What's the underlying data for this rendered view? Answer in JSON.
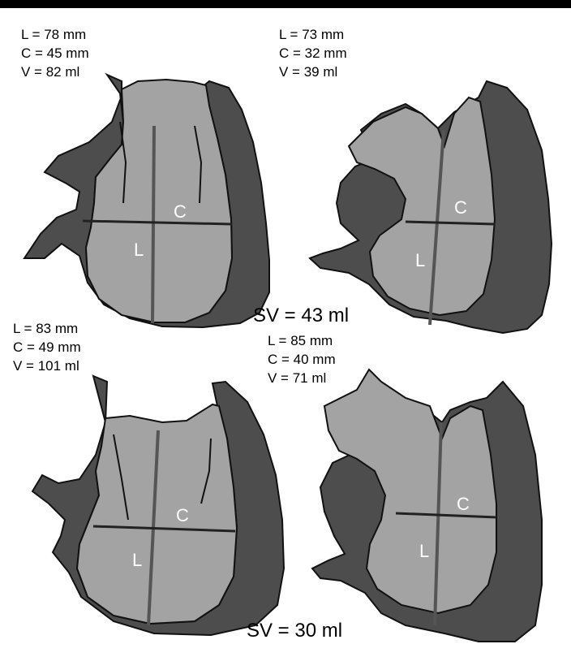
{
  "panels": [
    {
      "id": "top-left",
      "L": "L = 78 mm",
      "C": "C = 45 mm",
      "V": "V = 82 ml",
      "axis_L": "L",
      "axis_C": "C"
    },
    {
      "id": "top-right",
      "L": "L = 73 mm",
      "C": "C = 32 mm",
      "V": "V = 39 ml",
      "axis_L": "L",
      "axis_C": "C"
    },
    {
      "id": "bottom-left",
      "L": "L =  83 mm",
      "C": "C =  49 mm",
      "V": "V = 101 ml",
      "axis_L": "L",
      "axis_C": "C"
    },
    {
      "id": "bottom-right",
      "L": "L = 85 mm",
      "C": "C = 40 mm",
      "V": "V = 71 ml",
      "axis_L": "L",
      "axis_C": "C"
    }
  ],
  "stroke_volumes": [
    "SV = 43 ml",
    "SV = 30 ml"
  ],
  "colors": {
    "myocardium": "#4d4d4d",
    "cavity": "#a3a3a3",
    "outline": "#111111",
    "axis": "#555555",
    "background": "#ffffff"
  }
}
